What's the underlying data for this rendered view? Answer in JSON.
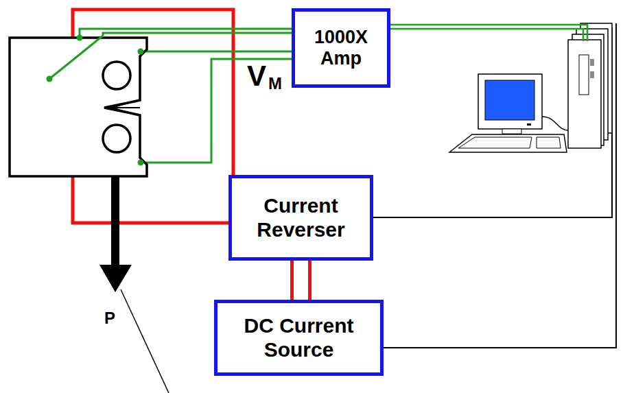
{
  "diagram": {
    "nodes": [
      {
        "text": [
          "1000X Amp"
        ]
      },
      {
        "text": [
          "Current Reverser"
        ]
      },
      {
        "text": [
          "DC Current Source"
        ]
      }
    ],
    "edges": [
      {
        "from": 2,
        "to": 1,
        "arrow": "none"
      }
    ],
    "labels": [
      "V",
      "M",
      "P"
    ]
  }
}
